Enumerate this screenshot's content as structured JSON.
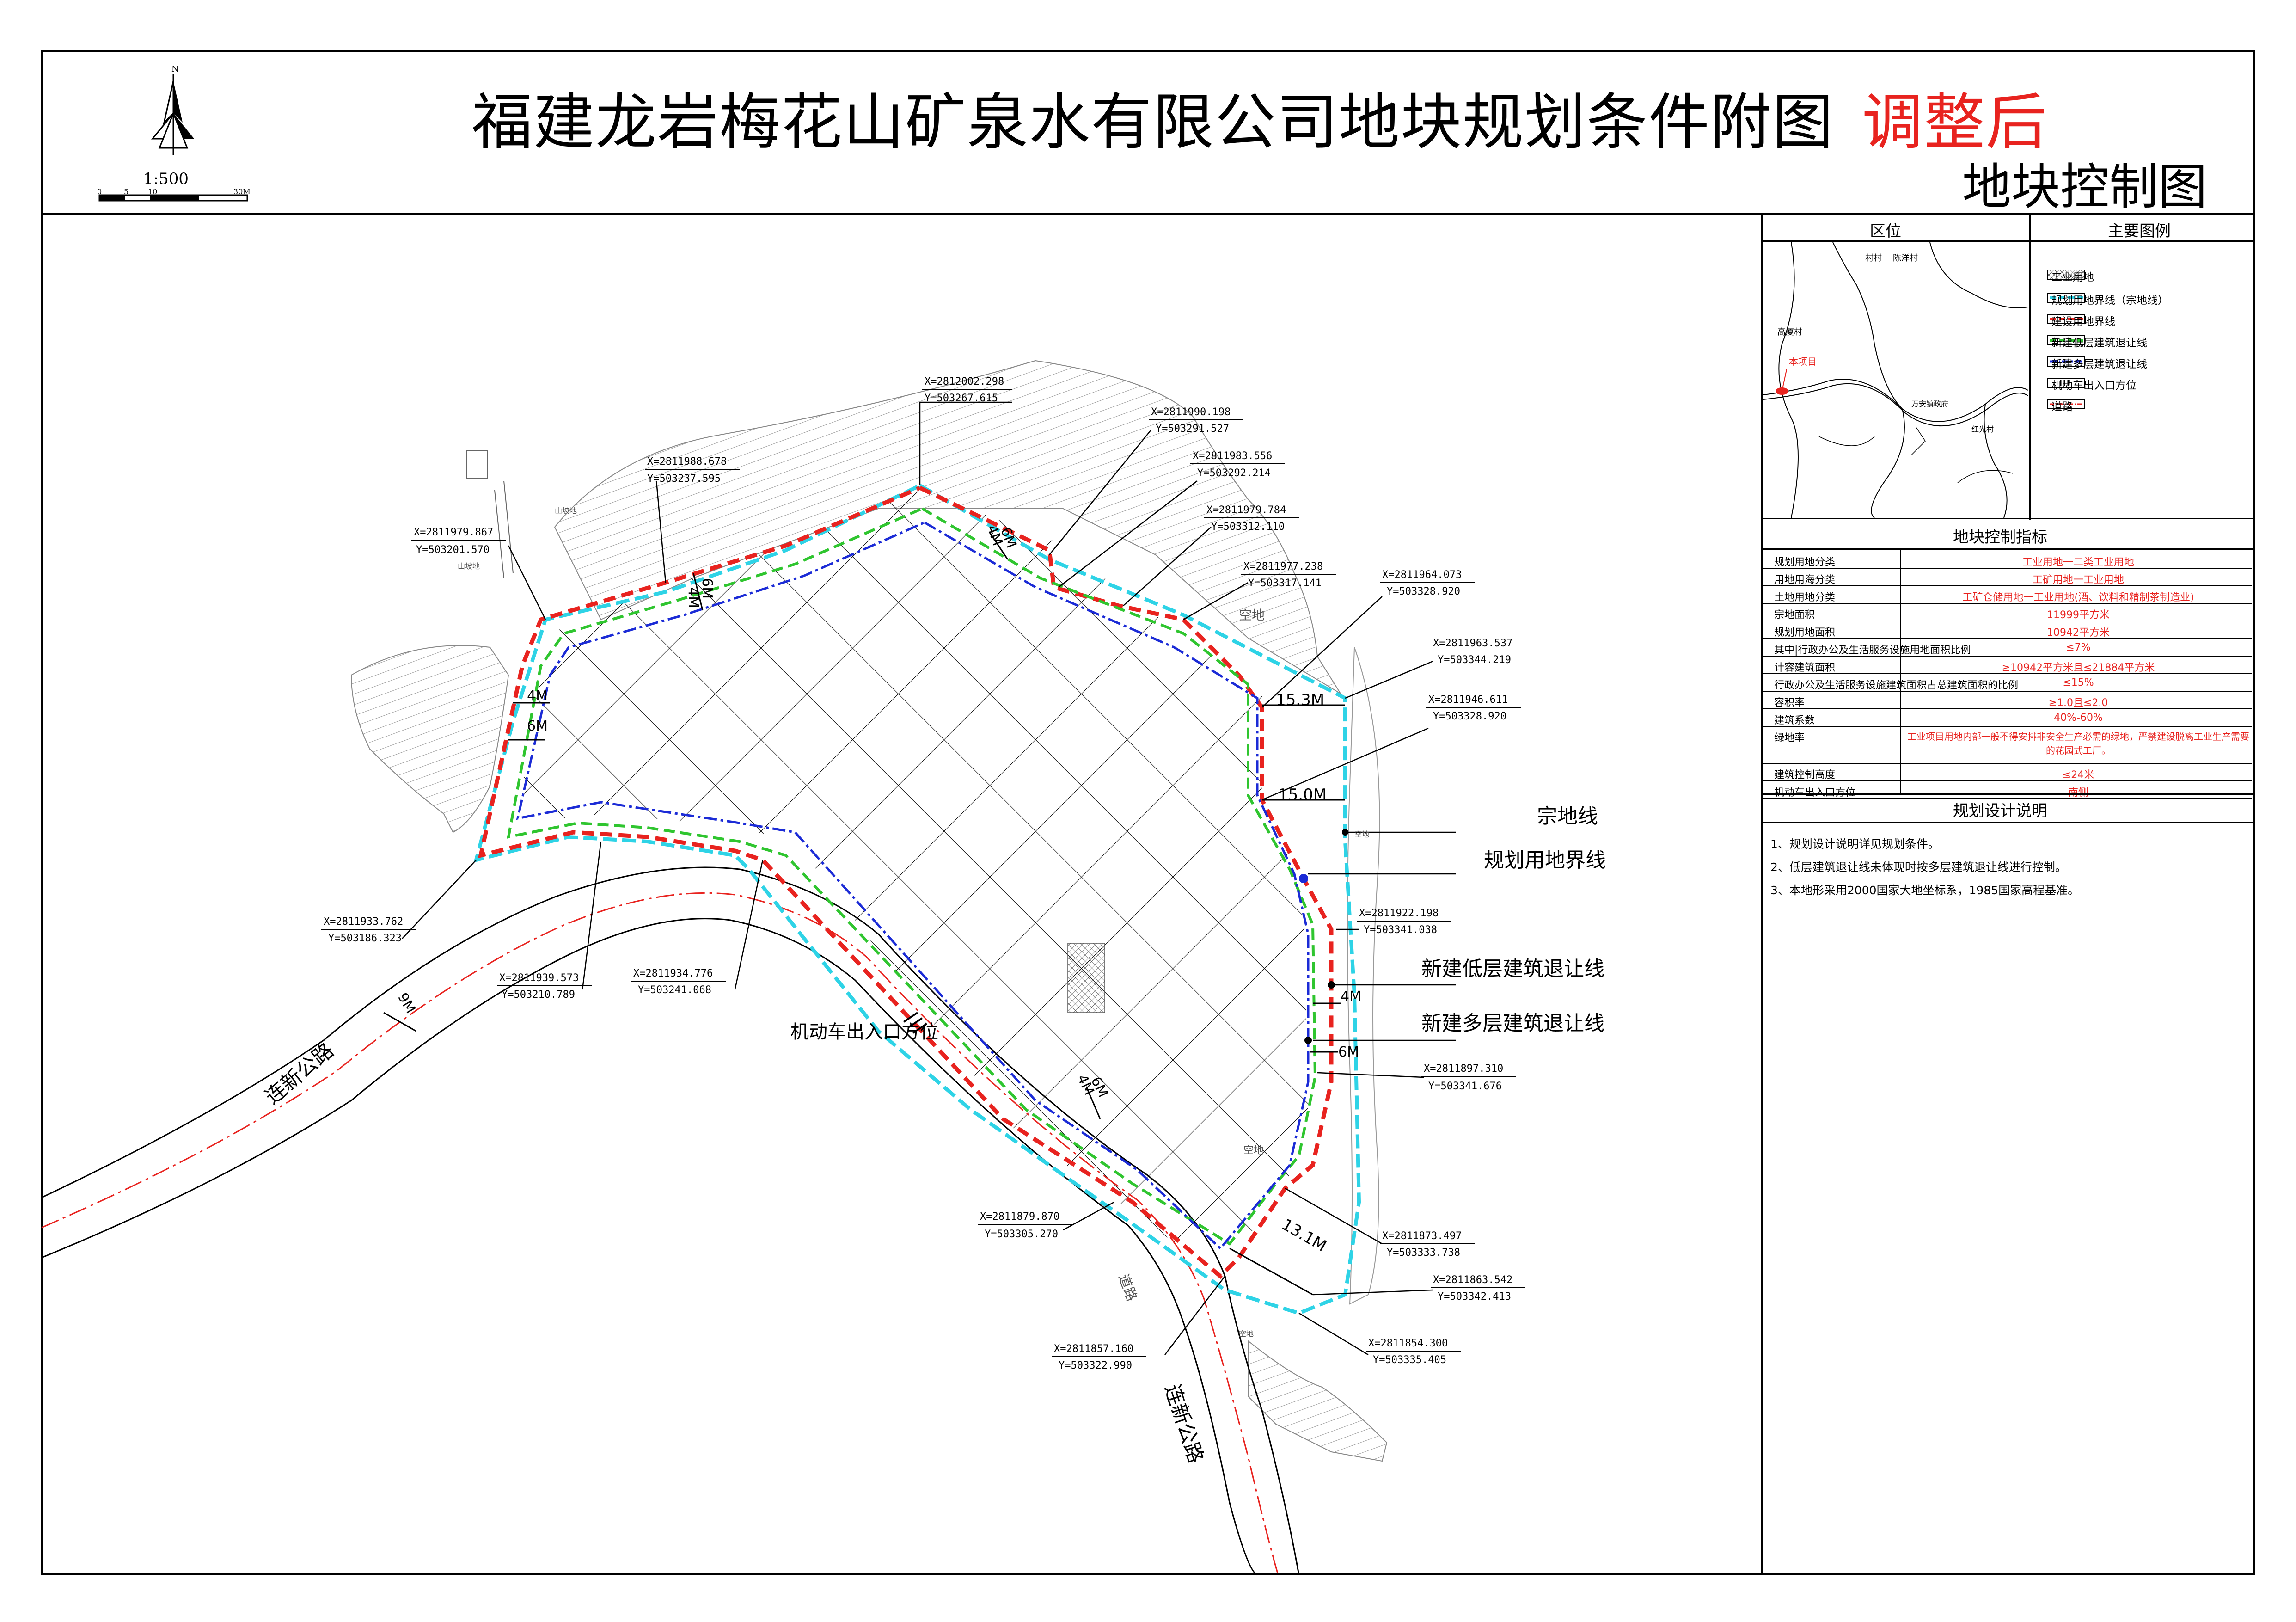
{
  "title": {
    "main": "福建龙岩梅花山矿泉水有限公司地块规划条件附图",
    "status": "调整后",
    "sub": "地块控制图"
  },
  "scale": {
    "ratio": "1:500",
    "north": "N",
    "ticks": [
      "0",
      "5",
      "10",
      "30M"
    ]
  },
  "panel": {
    "location_header": "区位",
    "legend_header": "主要图例",
    "location_labels": [
      "村村",
      "陈洋村",
      "高厦村",
      "本项目",
      "万安镇政府",
      "红光村"
    ],
    "legend": [
      {
        "label": "工业用地",
        "swatch": "hatch"
      },
      {
        "label": "规划用地界线（宗地线）",
        "color": "#2ed3e6"
      },
      {
        "label": "建设用地界线",
        "color": "#e8231f"
      },
      {
        "label": "新建低层建筑退让线",
        "color": "#2fc52f"
      },
      {
        "label": "新建多层建筑退让线",
        "color": "#1b2bd6"
      },
      {
        "label": "机动车出入口方位",
        "swatch": "arrow"
      },
      {
        "label": "道路",
        "color": "#e8231f"
      }
    ],
    "indicators_header": "地块控制指标",
    "indicators": [
      {
        "label": "规划用地分类",
        "value": "工业用地一二类工业用地"
      },
      {
        "label": "用地用海分类",
        "value": "工矿用地一工业用地"
      },
      {
        "label": "土地用地分类",
        "value": "工矿仓储用地一工业用地(酒、饮料和精制茶制造业)"
      },
      {
        "label": "宗地面积",
        "value": "11999平方米"
      },
      {
        "label": "规划用地面积",
        "value": "10942平方米"
      },
      {
        "label": "其中|行政办公及生活服务设施用地面积比例",
        "value": "≤7%"
      },
      {
        "label": "计容建筑面积",
        "value": "≥10942平方米且≤21884平方米"
      },
      {
        "label": "行政办公及生活服务设施建筑面积占总建筑面积的比例",
        "value": "≤15%"
      },
      {
        "label": "容积率",
        "value": "≥1.0且≤2.0"
      },
      {
        "label": "建筑系数",
        "value": "40%-60%"
      },
      {
        "label": "绿地率",
        "value": "工业项目用地内部一般不得安排非安全生产必需的绿地，严禁建设脱离工业生产需要的花园式工厂。"
      },
      {
        "label": "建筑控制高度",
        "value": "≤24米"
      },
      {
        "label": "机动车出入口方位",
        "value": "南侧"
      }
    ],
    "notes_header": "规划设计说明",
    "notes": [
      "1、规划设计说明详见规划条件。",
      "2、低层建筑退让线未体现时按多层建筑退让线进行控制。",
      "3、本地形采用2000国家大地坐标系，1985国家高程基准。"
    ]
  },
  "map": {
    "coords": [
      {
        "x": "X=2812002.298",
        "y": "Y=503267.615"
      },
      {
        "x": "X=2811990.198",
        "y": "Y=503291.527"
      },
      {
        "x": "X=2811983.556",
        "y": "Y=503292.214"
      },
      {
        "x": "X=2811979.784",
        "y": "Y=503312.110"
      },
      {
        "x": "X=2811977.238",
        "y": "Y=503317.141"
      },
      {
        "x": "X=2811964.073",
        "y": "Y=503328.920"
      },
      {
        "x": "X=2811963.537",
        "y": "Y=503344.219"
      },
      {
        "x": "X=2811946.611",
        "y": "Y=503328.920"
      },
      {
        "x": "X=2811988.678",
        "y": "Y=503237.595"
      },
      {
        "x": "X=2811979.867",
        "y": "Y=503201.570"
      },
      {
        "x": "X=2811933.762",
        "y": "Y=503186.323"
      },
      {
        "x": "X=2811939.573",
        "y": "Y=503210.789"
      },
      {
        "x": "X=2811934.776",
        "y": "Y=503241.068"
      },
      {
        "x": "X=2811922.198",
        "y": "Y=503341.038"
      },
      {
        "x": "X=2811897.310",
        "y": "Y=503341.676"
      },
      {
        "x": "X=2811879.870",
        "y": "Y=503305.270"
      },
      {
        "x": "X=2811873.497",
        "y": "Y=503333.738"
      },
      {
        "x": "X=2811863.542",
        "y": "Y=503342.413"
      },
      {
        "x": "X=2811857.160",
        "y": "Y=503322.990"
      },
      {
        "x": "X=2811854.300",
        "y": "Y=503335.405"
      }
    ],
    "callouts": {
      "zong_di": "宗地线",
      "gui_hua": "规划用地界线",
      "di_ceng": "新建低层建筑退让线",
      "duo_ceng": "新建多层建筑退让线",
      "entrance": "机动车出入口方位"
    },
    "dims": {
      "d153": "15.3M",
      "d150": "15.0M",
      "d4m": "4M",
      "d6m": "6M",
      "d131": "13.1M",
      "d9m": "9M"
    },
    "road": "连新公路",
    "misc_labels": [
      "空地",
      "山坡地",
      "山坡地",
      "空地",
      "空地",
      "道路",
      "空地"
    ]
  }
}
